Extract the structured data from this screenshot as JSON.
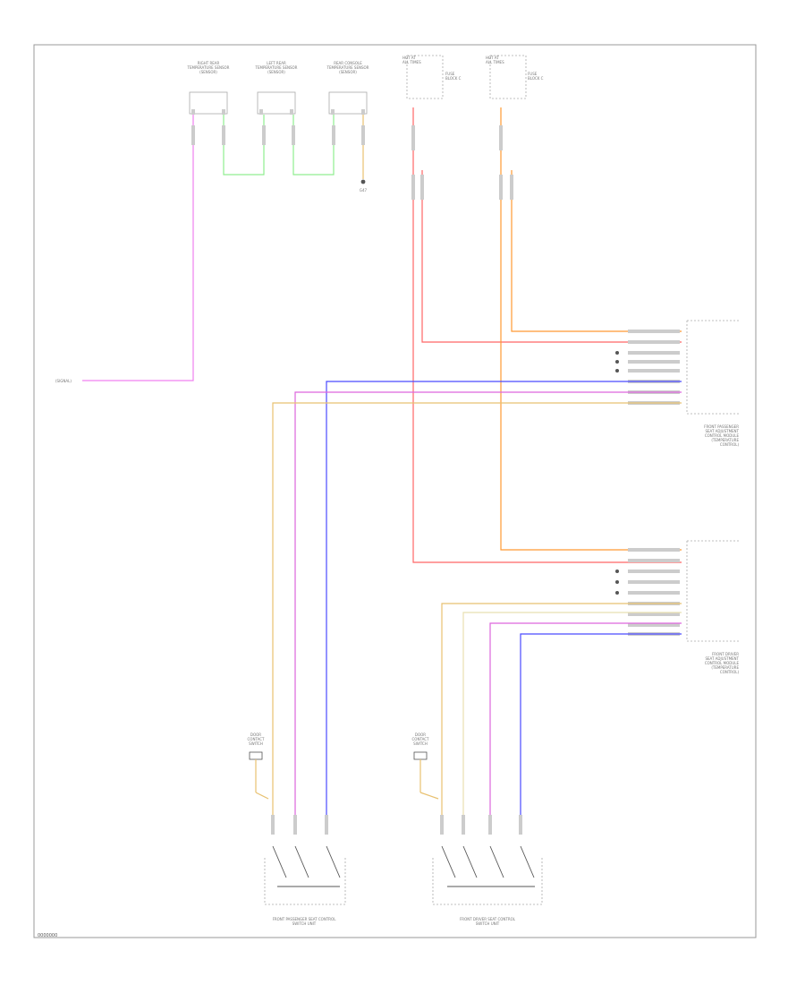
{
  "labels": {
    "sensor_1": "RIGHT REAR\nTEMPERATURE SENSOR\n(SENSOR)",
    "sensor_2": "LEFT REAR\nTEMPERATURE SENSOR\n(SENSOR)",
    "sensor_3": "REAR CONSOLE\nTEMPERATURE SENSOR\n(SENSOR)",
    "hot_1": "HOT AT\nALL TIMES",
    "hot_2": "HOT AT\nALL TIMES",
    "fuse_1": "FUSE\nBLOCK C",
    "fuse_2": "FUSE\nBLOCK C",
    "ground_sensor": "G47",
    "left_signal": "(SIGNAL)",
    "module_1": "FRONT PASSENGER\nSEAT ADJUSTMENT\nCONTROL MODULE\n(TEMPERATURE\nCONTROL)",
    "module_2": "FRONT DRIVER\nSEAT ADJUSTMENT\nCONTROL MODULE\n(TEMPERATURE\nCONTROL)",
    "door_1": "DOOR\nCONTACT\nSWITCH",
    "door_2": "DOOR\nCONTACT\nSWITCH",
    "switch_1": "FRONT PASSENGER SEAT CONTROL\nSWITCH UNIT",
    "switch_2": "FRONT DRIVER SEAT CONTROL\nSWITCH UNIT",
    "page_id": "0000000"
  },
  "colors": {
    "pink": "#f080f0",
    "green": "#90ee90",
    "red": "#ff6666",
    "orange": "#ff9933",
    "blue": "#4a4aff",
    "yellow": "#e8c170",
    "magenta": "#dd66dd",
    "violet": "#b080ff",
    "dark": "#555555"
  }
}
